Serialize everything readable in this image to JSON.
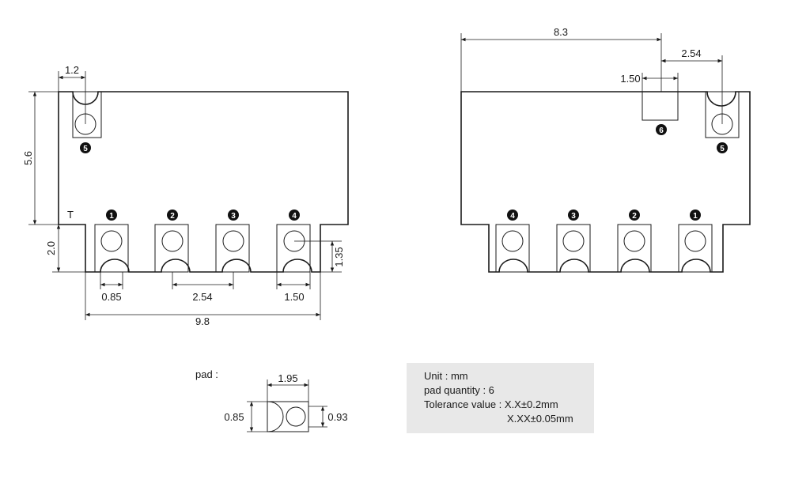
{
  "front_view": {
    "dims": {
      "pad_pitch_top": "1.2",
      "height_body": "5.6",
      "height_legs": "2.0",
      "hole_width": "0.85",
      "pitch": "2.54",
      "pad_width": "1.50",
      "leg_height": "1.35",
      "total_width": "9.8"
    },
    "marker": "T",
    "pins": [
      "1",
      "2",
      "3",
      "4"
    ],
    "top_pin": "5"
  },
  "back_view": {
    "dims": {
      "total_to_pad6": "8.3",
      "pitch": "2.54",
      "pad6_width": "1.50"
    },
    "pins": [
      "4",
      "3",
      "2",
      "1"
    ],
    "top_pins": [
      "6",
      "5"
    ]
  },
  "pad_detail": {
    "label": "pad :",
    "width": "1.95",
    "left_hole": "0.85",
    "right_hole": "0.93"
  },
  "info": {
    "unit": "Unit : mm",
    "quantity": "pad quantity : 6",
    "tolerance_1": "Tolerance value : X.X±0.2mm",
    "tolerance_2": "X.XX±0.05mm"
  }
}
